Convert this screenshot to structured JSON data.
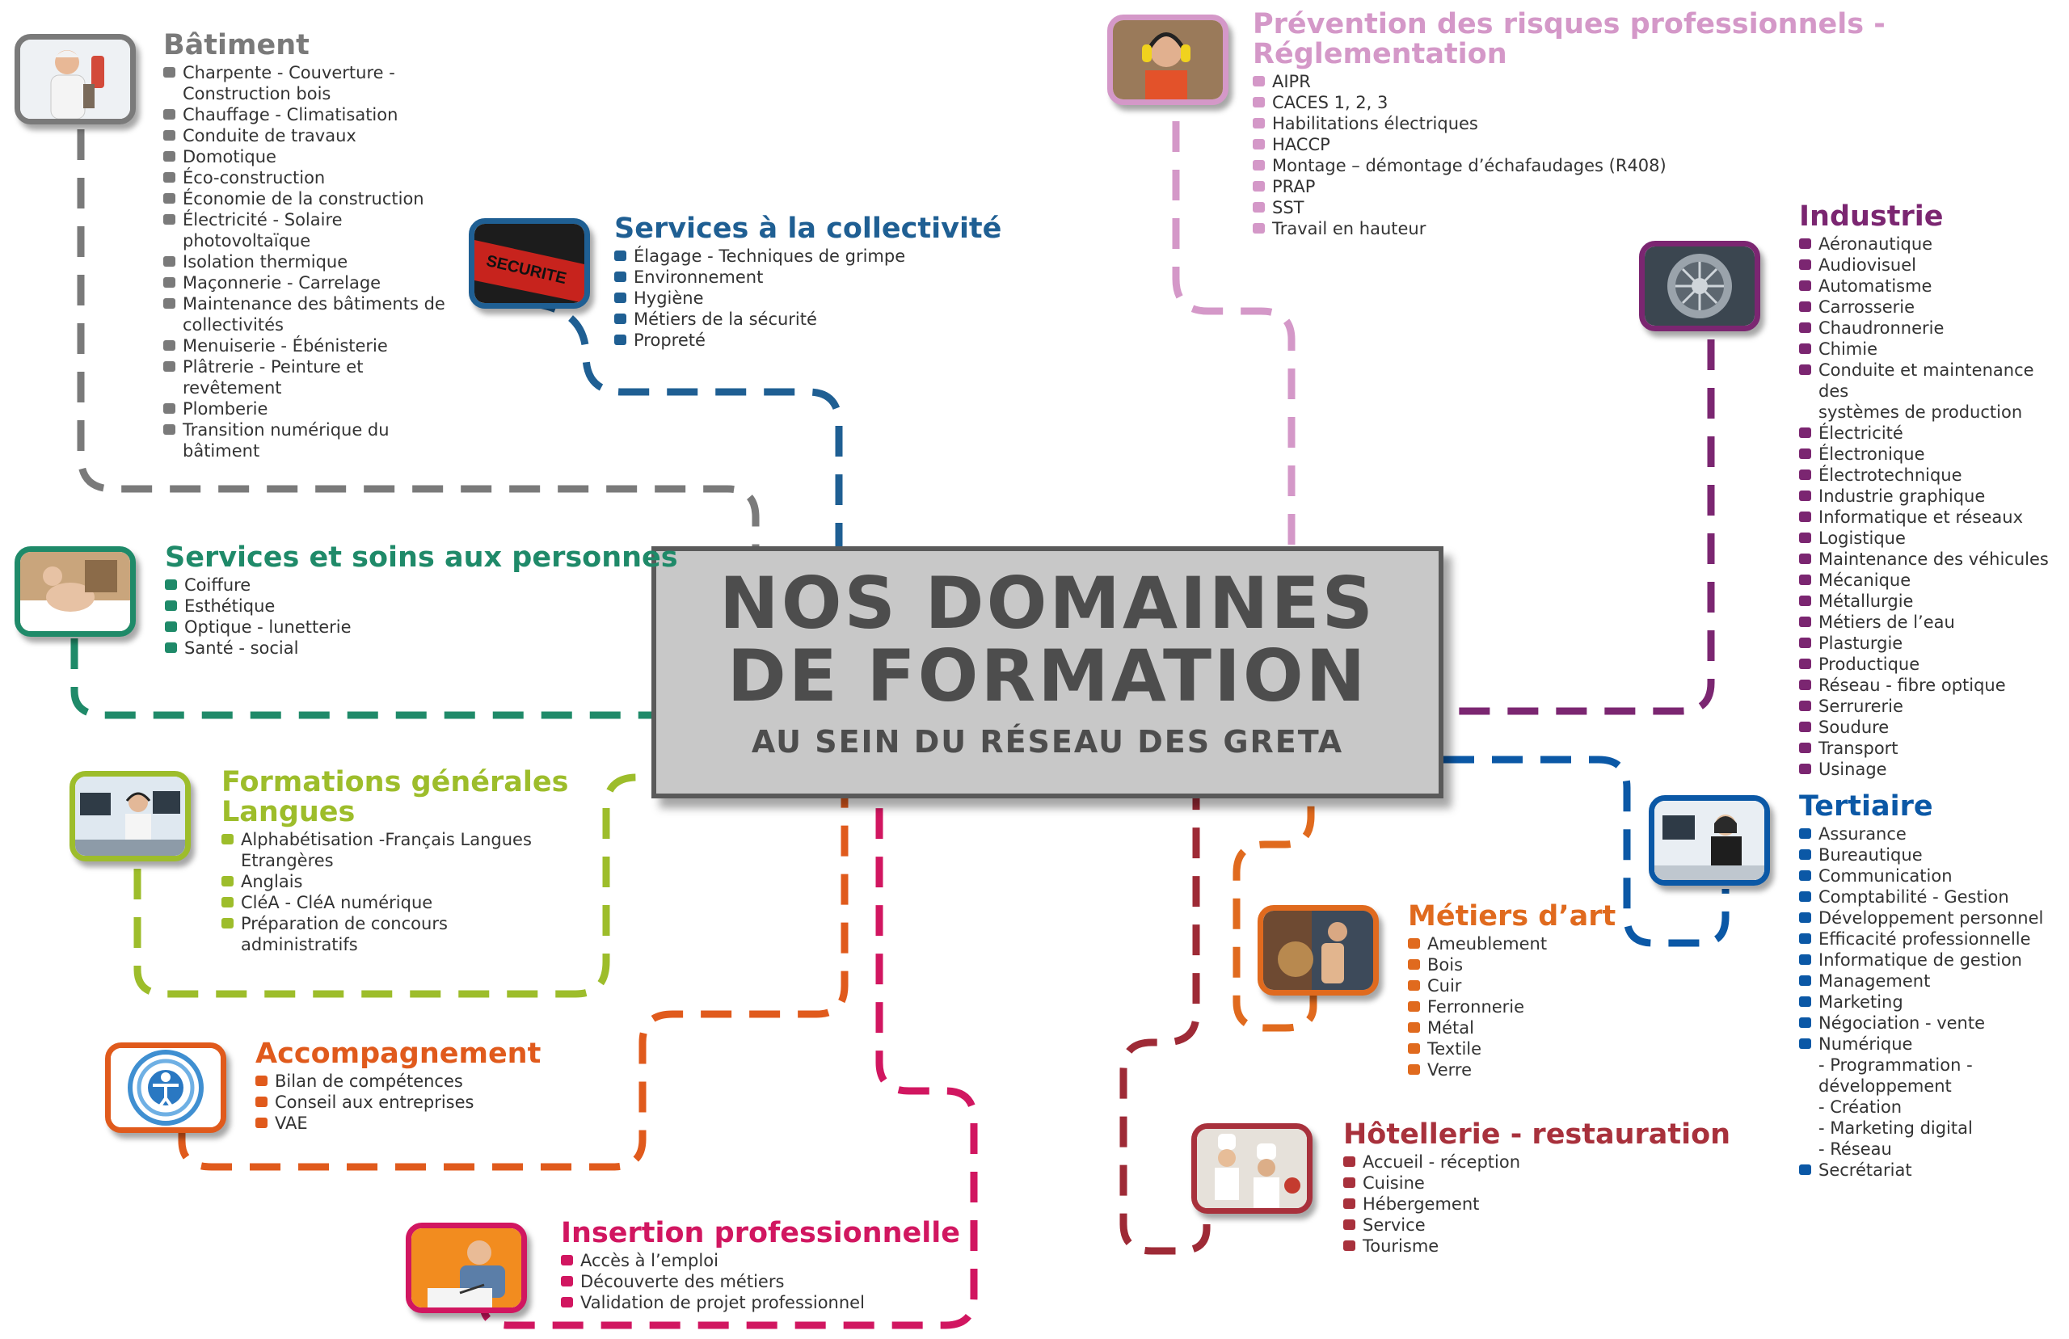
{
  "center": {
    "line1": "NOS DOMAINES",
    "line2": "DE FORMATION",
    "line3": "AU SEIN DU RÉSEAU DES GRETA"
  },
  "colors": {
    "batiment": "#7a7a7a",
    "collectivite": "#1f5f93",
    "prevention": "#d498c8",
    "industrie": "#7b2671",
    "personnes": "#1f8a69",
    "generales": "#9dbd2b",
    "accompagnement": "#e05a1c",
    "insertion": "#d11660",
    "metiers_art": "#e06a1e",
    "tertiaire": "#0b58a6",
    "hotellerie": "#a8313c",
    "connector_dark_red": "#9e2a36"
  },
  "domains": {
    "batiment": {
      "title": "Bâtiment",
      "icon": "construction-worker-photo",
      "items": [
        "Charpente - Couverture -\nConstruction bois",
        "Chauffage - Climatisation",
        "Conduite de travaux",
        "Domotique",
        "Éco-construction",
        "Économie de la construction",
        "Électricité - Solaire\nphotovoltaïque",
        "Isolation thermique",
        "Maçonnerie - Carrelage",
        "Maintenance des bâtiments de\ncollectivités",
        "Menuiserie - Ébénisterie",
        "Plâtrerie - Peinture et\nrevêtement",
        "Plomberie",
        "Transition numérique du\nbâtiment"
      ]
    },
    "collectivite": {
      "title": "Services à la collectivité",
      "icon": "security-armband-photo",
      "items": [
        "Élagage - Techniques de grimpe",
        "Environnement",
        "Hygiène",
        "Métiers de la sécurité",
        "Propreté"
      ]
    },
    "prevention": {
      "title": "Prévention des risques professionnels -\nRéglementation",
      "icon": "worker-ear-protection-photo",
      "items": [
        "AIPR",
        "CACES 1, 2, 3",
        "Habilitations électriques",
        "HACCP",
        "Montage – démontage d’échafaudages (R408)",
        "PRAP",
        "SST",
        "Travail en hauteur"
      ]
    },
    "industrie": {
      "title": "Industrie",
      "icon": "jet-engine-photo",
      "items": [
        "Aéronautique",
        "Audiovisuel",
        "Automatisme",
        "Carrosserie",
        "Chaudronnerie",
        "Chimie",
        "Conduite et maintenance des\nsystèmes de production",
        "Électricité",
        "Électronique",
        "Électrotechnique",
        "Industrie graphique",
        "Informatique et réseaux",
        "Logistique",
        "Maintenance des véhicules",
        "Mécanique",
        "Métallurgie",
        "Métiers de l’eau",
        "Plasturgie",
        "Productique",
        "Réseau - fibre optique",
        "Serrurerie",
        "Soudure",
        "Transport",
        "Usinage"
      ]
    },
    "personnes": {
      "title": "Services et soins aux personnes",
      "icon": "spa-care-photo",
      "items": [
        "Coiffure",
        "Esthétique",
        "Optique - lunetterie",
        "Santé - social"
      ]
    },
    "generales": {
      "title": "Formations générales\nLangues",
      "icon": "language-lab-photo",
      "items": [
        "Alphabétisation -Français Langues\nEtrangères",
        "Anglais",
        "CléA - CléA numérique",
        "Préparation de concours\nadministratifs"
      ]
    },
    "accompagnement": {
      "title": "Accompagnement",
      "icon": "human-figure-target-icon",
      "items": [
        "Bilan de compétences",
        "Conseil aux entreprises",
        "VAE"
      ]
    },
    "insertion": {
      "title": "Insertion professionnelle",
      "icon": "person-writing-photo",
      "items": [
        "Accès à l’emploi",
        "Découverte des métiers",
        "Validation de projet professionnel"
      ]
    },
    "metiers_art": {
      "title": "Métiers d’art",
      "icon": "craftsman-photo",
      "items": [
        "Ameublement",
        "Bois",
        "Cuir",
        "Ferronnerie",
        "Métal",
        "Textile",
        "Verre"
      ]
    },
    "tertiaire": {
      "title": "Tertiaire",
      "icon": "office-worker-photo",
      "items": [
        "Assurance",
        "Bureautique",
        "Communication",
        "Comptabilité - Gestion",
        "Développement personnel",
        "Efficacité professionnelle",
        "Informatique de gestion",
        "Management",
        "Marketing",
        "Négociation - vente",
        "Numérique"
      ],
      "subitems": [
        " - Programmation -\ndéveloppement",
        " - Création",
        " - Marketing digital",
        " - Réseau"
      ],
      "last_item": "Secrétariat"
    },
    "hotellerie": {
      "title": "Hôtellerie - restauration",
      "icon": "chefs-photo",
      "items": [
        "Accueil - réception",
        "Cuisine",
        "Hébergement",
        "Service",
        "Tourisme"
      ]
    }
  }
}
